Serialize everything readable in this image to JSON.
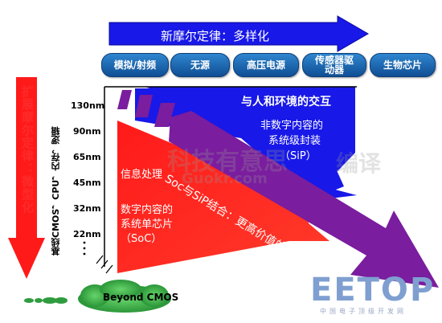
{
  "top_arrow": "新摩尔定律：多样化",
  "categories": [
    "模拟/射频",
    "无源",
    "高压电源",
    "传感器驱动器",
    "生物芯片"
  ],
  "left_arrow": "扩展摩尔定律：微型化",
  "axis_label": "基线CMOS，CPU，内存，逻辑",
  "nodes": [
    "130nm",
    "90nm",
    "65nm",
    "45nm",
    "32nm",
    "22nm"
  ],
  "blue_arrow": {
    "title": "与人和环境的交互",
    "line1": "非数字内容的",
    "line2": "系统级封装",
    "line3": "（SiP）"
  },
  "purple_arrow": "Soc与SiP结合：更高价值的系统",
  "red_region": {
    "title": "信息处理",
    "line1": "数字内容的",
    "line2": "系统单芯片",
    "line3": "（SoC）"
  },
  "beyond": "Beyond CMOS",
  "watermark": {
    "guokr": "科技有意思",
    "guokr_en": "Guokr.com",
    "bian": "编译"
  },
  "logo": {
    "text": "EETOP",
    "subtitle": "中国电子顶级开发网"
  },
  "colors": {
    "blue": "#1818e8",
    "red": "#ff1a1a",
    "purple": "#7a1d9e",
    "pill": "#1e6bb8",
    "cloud": "#2f9c3f"
  }
}
